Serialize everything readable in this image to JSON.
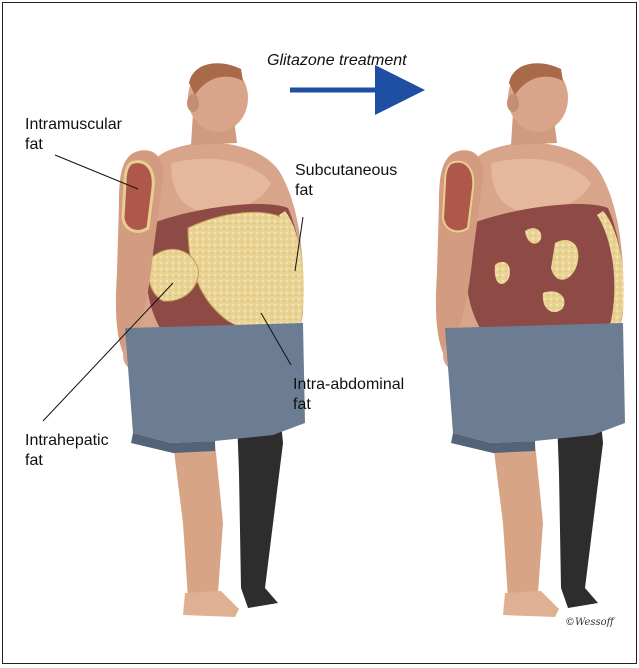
{
  "header": {
    "treatment_label": "Glitazone treatment"
  },
  "labels": {
    "intramuscular": [
      "Intramuscular",
      "fat"
    ],
    "subcutaneous": [
      "Subcutaneous",
      "fat"
    ],
    "intra_abdominal": [
      "Intra-abdominal",
      "fat"
    ],
    "intrahepatic": [
      "Intrahepatic",
      "fat"
    ]
  },
  "figures": [
    {
      "name": "before-treatment-figure",
      "abdominal_fat": "extensive"
    },
    {
      "name": "after-treatment-figure",
      "abdominal_fat": "reduced"
    }
  ],
  "signature": "©Wessoff",
  "colors": {
    "arrow": "#1f4fa3",
    "skin": "#d9a58a",
    "shorts": "#6c7c93",
    "fat": "#e7cf8f",
    "muscle": "#b0574b",
    "cavity": "#8e4a44"
  }
}
